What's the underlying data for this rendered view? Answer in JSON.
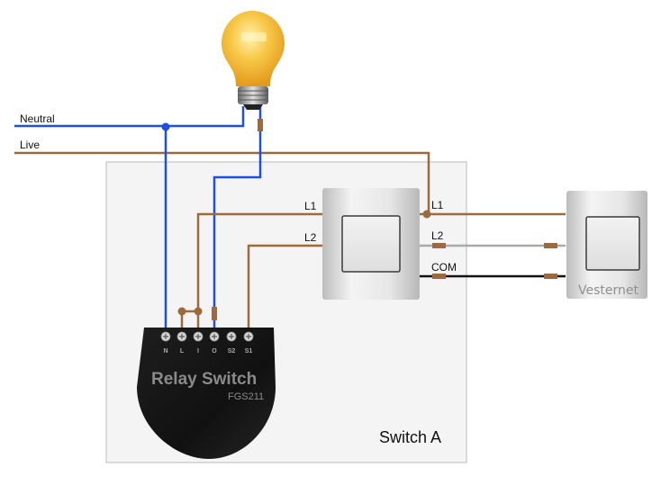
{
  "wires": {
    "neutral_label": "Neutral",
    "live_label": "Live",
    "colors": {
      "neutral": "#1f4fe0",
      "live": "#9a6b3f",
      "traveler_l2": "#a9a9a9",
      "com": "#111111"
    }
  },
  "switch_a": {
    "label": "Switch A",
    "left_terminals": {
      "l1": "L1",
      "l2": "L2"
    },
    "right_terminals": {
      "l1": "L1",
      "l2": "L2",
      "com": "COM"
    }
  },
  "relay": {
    "title": "Relay Switch",
    "model": "FGS211",
    "terminals": [
      "N",
      "L",
      "I",
      "O",
      "S2",
      "S1"
    ]
  },
  "remote_switch": {
    "brand": "Vesternet"
  },
  "bulb": {
    "name": "light-bulb"
  }
}
